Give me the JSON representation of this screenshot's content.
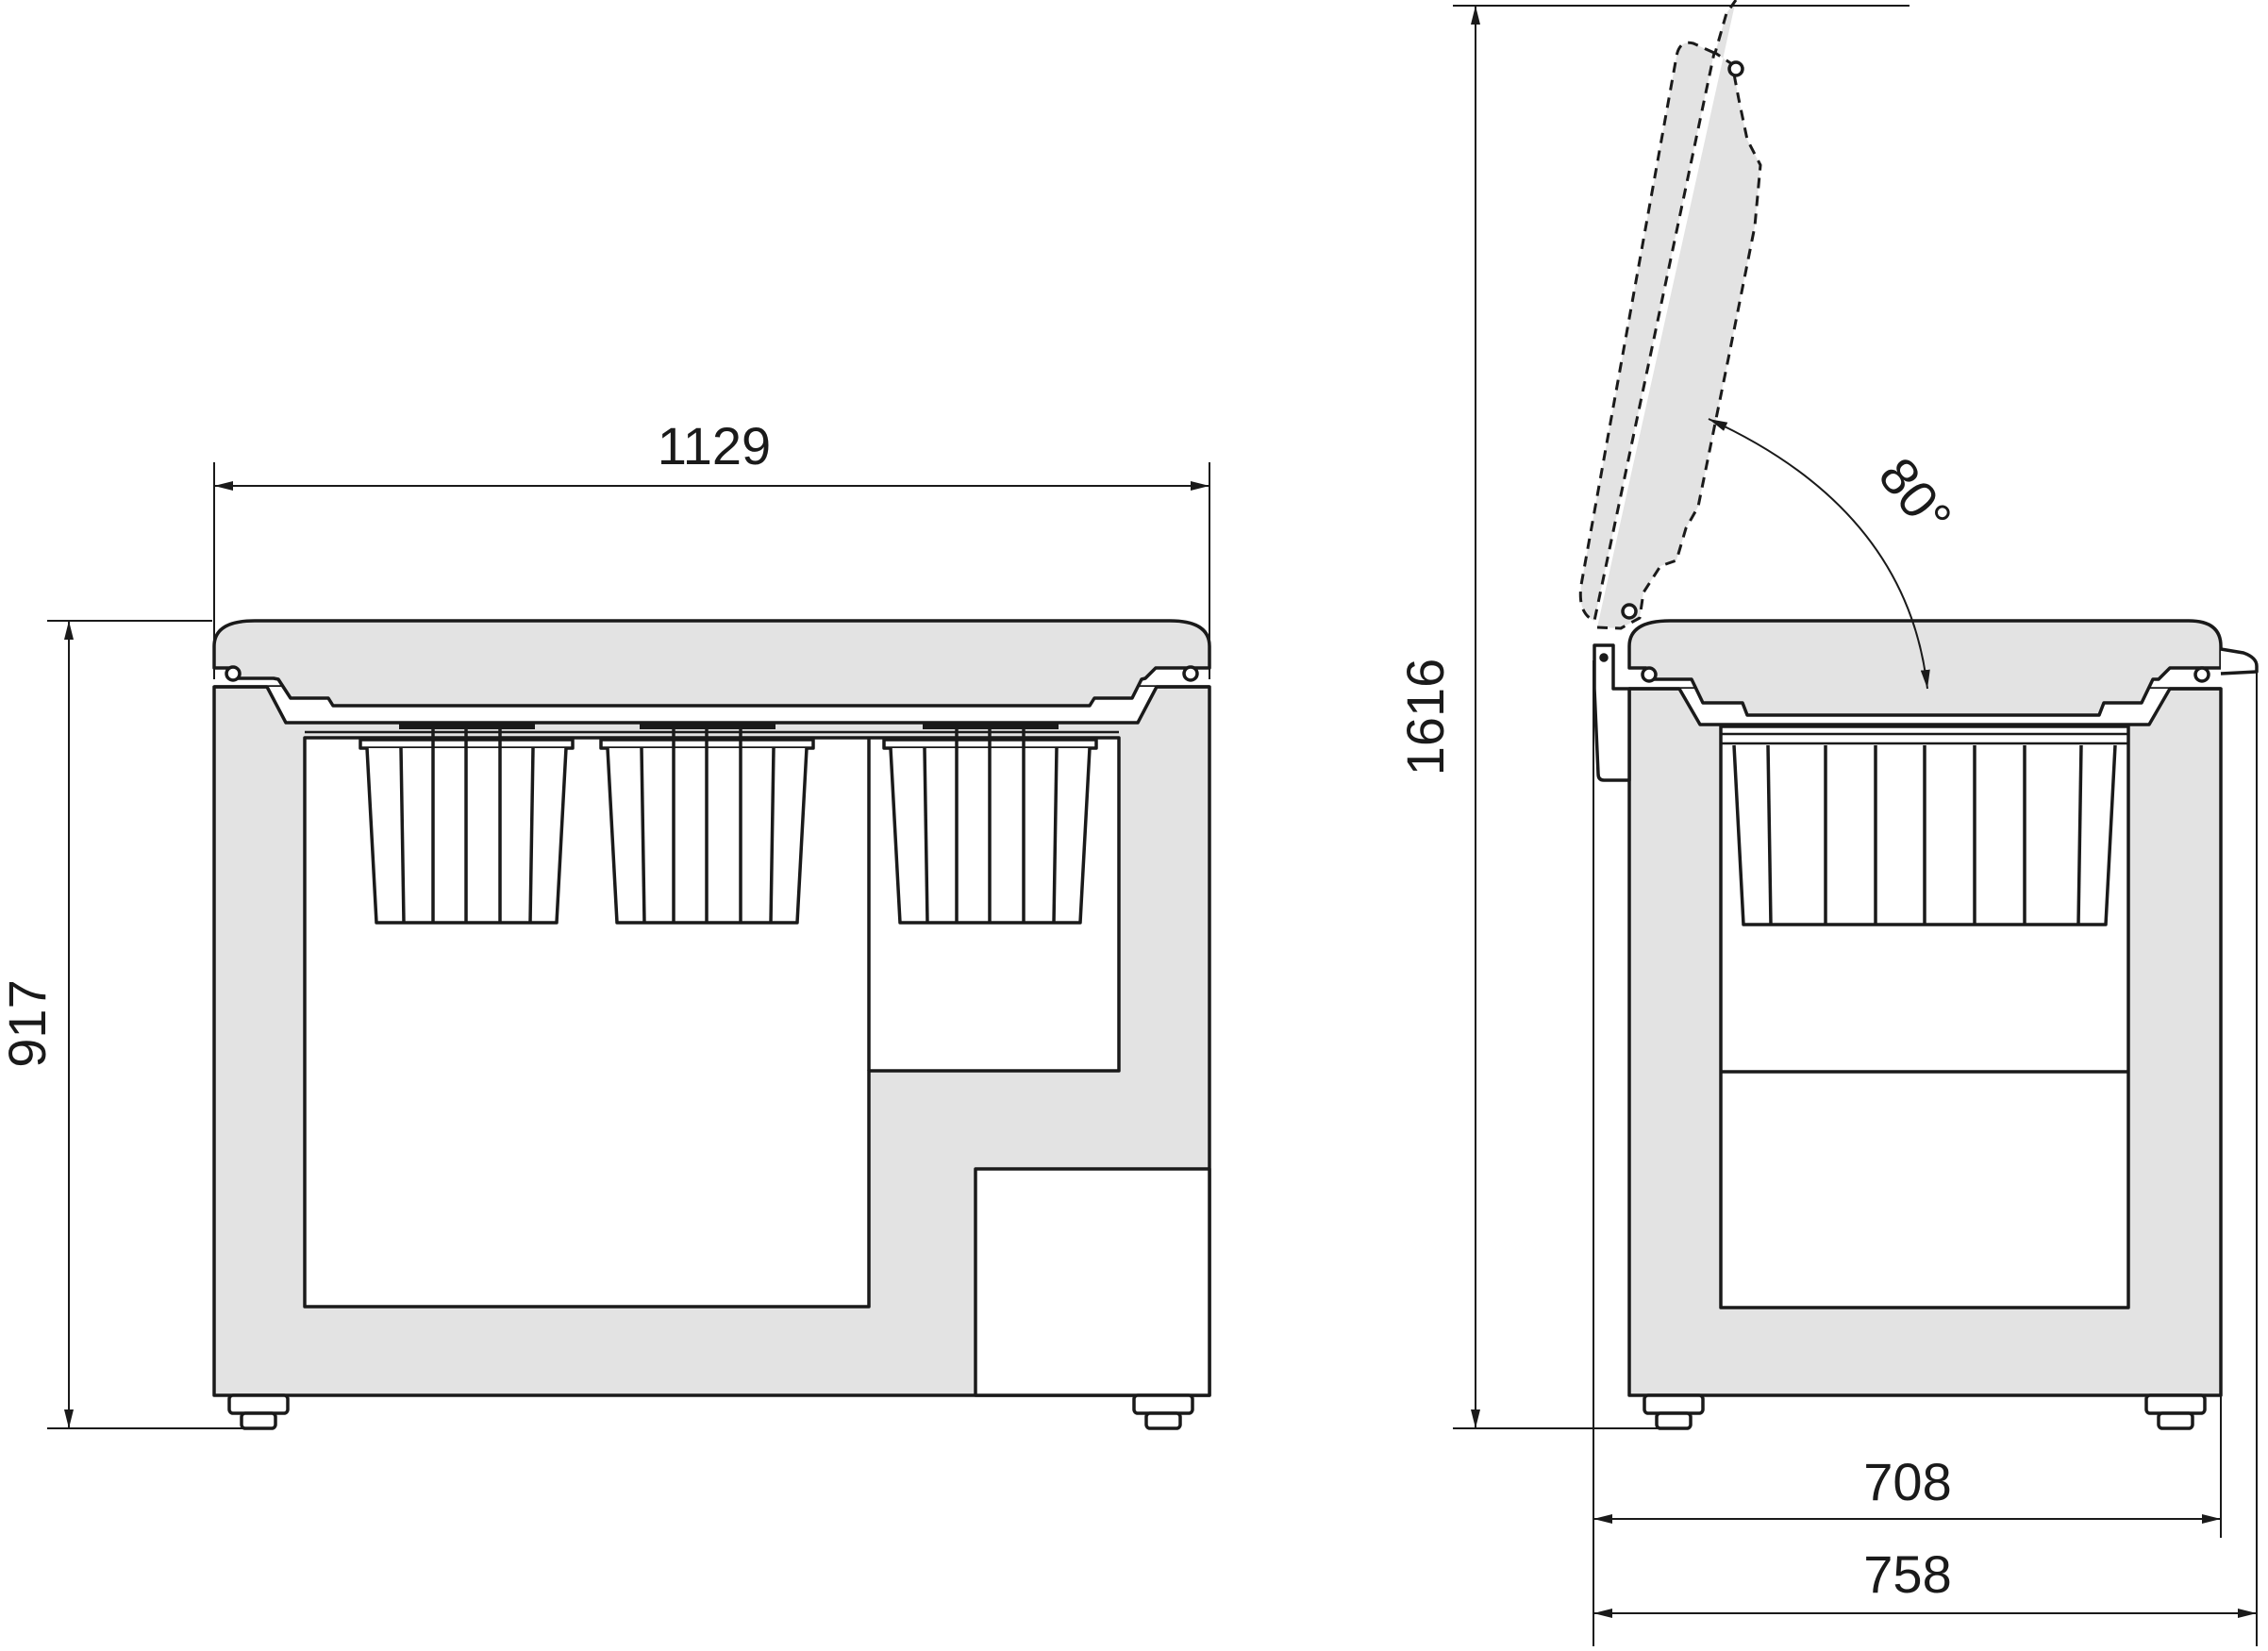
{
  "dimensions": {
    "front_width": "1129",
    "front_height": "917",
    "side_open_height": "1616",
    "side_depth_body": "708",
    "side_depth_total": "758",
    "lid_angle": "80°"
  },
  "colors": {
    "line": "#1a1a1a",
    "body_fill": "#e3e3e3",
    "interior_fill": "#ffffff"
  }
}
